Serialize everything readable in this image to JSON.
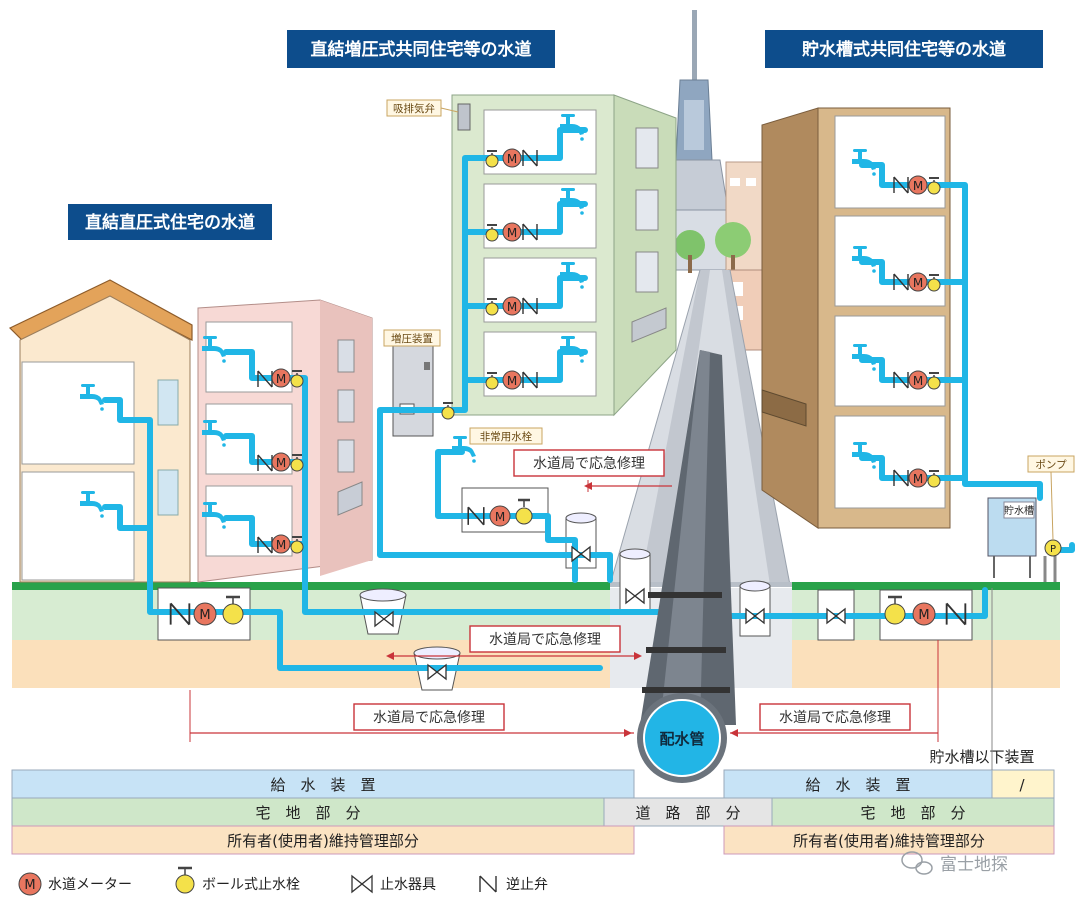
{
  "titles": {
    "direct_pressure_house": "直結直圧式住宅の水道",
    "booster_apartment": "直結増圧式共同住宅等の水道",
    "tank_apartment": "貯水槽式共同住宅等の水道"
  },
  "labels": {
    "air_valve": "吸排気弁",
    "booster_device": "増圧装置",
    "emergency_hydrant": "非常用水栓",
    "pump": "ポンプ",
    "water_tank": "貯水槽",
    "main_pipe": "配水管",
    "meter_symbol": "M",
    "pump_symbol": "P"
  },
  "repair": {
    "a": "水道局で応急修理",
    "b": "水道局で応急修理",
    "c": "水道局で応急修理",
    "d": "水道局で応急修理"
  },
  "bands": {
    "supply_left": "給　水　装　置",
    "supply_right": "給　水　装　置",
    "tank_below": "貯水槽以下装置",
    "tank_below_slash": "/",
    "residential_left": "宅　地　部　分",
    "road": "道　路　部　分",
    "residential_right": "宅　地　部　分",
    "owner_left": "所有者(使用者)維持管理部分",
    "owner_right": "所有者(使用者)維持管理部分"
  },
  "legend": {
    "meter_symbol": "M",
    "meter": "水道メーター",
    "ball_valve": "ボール式止水栓",
    "stop_device": "止水器具",
    "check_valve": "逆止弁"
  },
  "watermark": "富士地探",
  "colors": {
    "pipe": "#20b6e6",
    "title_bg": "#0d4d8c",
    "repair_red": "#c9343a",
    "supply_band": "#c7e3f6",
    "residential_band": "#cfe7c9",
    "road_band": "#e5e5e5",
    "owner_band": "#fbe3c2",
    "meter": "#e8765f",
    "ball_valve": "#f4e14a"
  },
  "icons": [
    "faucet-icon",
    "water-meter-icon",
    "ball-valve-icon",
    "stop-device-icon",
    "check-valve-icon",
    "wechat-icon"
  ]
}
